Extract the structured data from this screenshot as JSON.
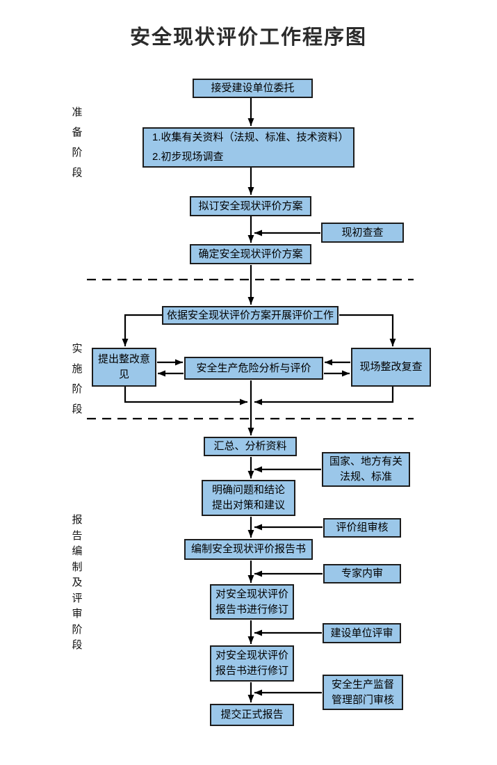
{
  "title": "安全现状评价工作程序图",
  "phases": [
    {
      "id": "preparation",
      "label": "准\n备\n阶\n段"
    },
    {
      "id": "implementation",
      "label": "实\n施\n阶\n段"
    },
    {
      "id": "reporting",
      "label": "报\n告\n编\n制\n及\n评\n审\n阶\n段"
    }
  ],
  "nodes": {
    "accept": "接受建设单位委托",
    "collect": "1.收集有关资料（法规、标准、技术资料）\n2.初步现场调查",
    "draft_plan": "拟订安全现状评价方案",
    "initial_survey": "现初查查",
    "confirm_plan": "确定安全现状评价方案",
    "carry_out": "依据安全现状评价方案开展评价工作",
    "suggestions": "提出整改意见",
    "analysis": "安全生产危险分析与评价",
    "recheck": "现场整改复查",
    "summarize": "汇总、分析资料",
    "laws": "国家、地方有关\n法规、标准",
    "problems": "明确问题和结论\n提出对策和建议",
    "team_review": "评价组审核",
    "compile_report": "编制安全现状评价报告书",
    "expert_review": "专家内审",
    "revise1": "对安全现状评价\n报告书进行修订",
    "unit_review": "建设单位评审",
    "revise2": "对安全现状评价\n报告书进行修订",
    "supervision_review": "安全生产监督\n管理部门审核",
    "submit": "提交正式报告"
  },
  "colors": {
    "box_fill": "#9BC7E9",
    "box_border": "#1c1c1c",
    "arrow": "#000000",
    "title_text": "#2b2b2b"
  }
}
